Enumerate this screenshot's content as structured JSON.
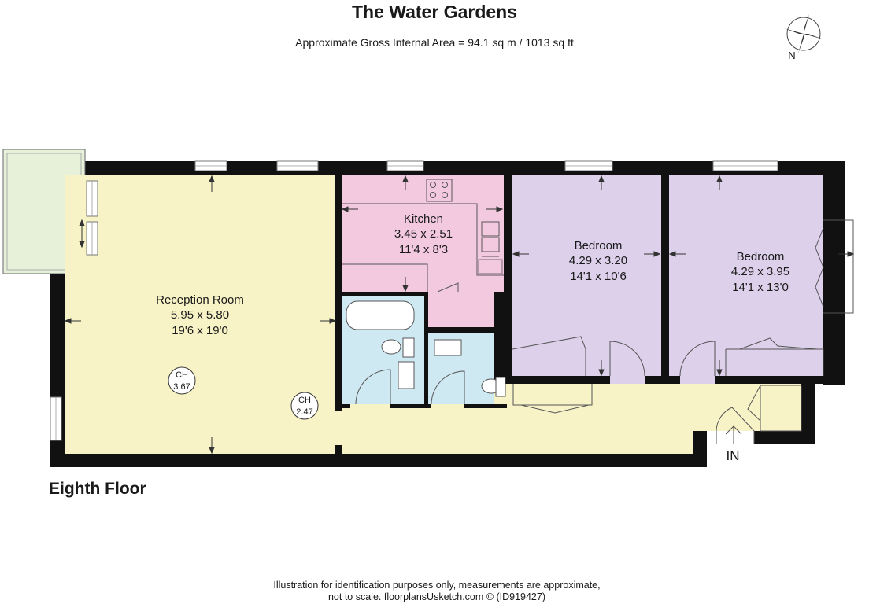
{
  "header": {
    "title": "The Water Gardens",
    "subtitle": "Approximate Gross Internal Area = 94.1 sq m / 1013 sq ft"
  },
  "compass": {
    "label": "N"
  },
  "rooms": {
    "reception": {
      "name": "Reception Room",
      "metric": "5.95 x 5.80",
      "imperial": "19'6 x 19'0"
    },
    "kitchen": {
      "name": "Kitchen",
      "metric": "3.45 x 2.51",
      "imperial": "11'4 x 8'3"
    },
    "bedroom1": {
      "name": "Bedroom",
      "metric": "4.29 x 3.20",
      "imperial": "14'1 x 10'6"
    },
    "bedroom2": {
      "name": "Bedroom",
      "metric": "4.29 x 3.95",
      "imperial": "14'1 x 13'0"
    }
  },
  "ceiling_heights": [
    {
      "label": "CH",
      "value": "3.67"
    },
    {
      "label": "CH",
      "value": "2.47"
    }
  ],
  "entrance": {
    "label": "IN"
  },
  "floor": {
    "label": "Eighth Floor"
  },
  "footer": {
    "line1": "Illustration for identification purposes only, measurements are approximate,",
    "line2": "not to scale. floorplansUsketch.com © (ID919427)"
  },
  "colors": {
    "reception_hall": "#f8f3c7",
    "kitchen": "#f3c9e0",
    "bedroom": "#dcd0eb",
    "bathroom": "#cfe9f2",
    "balcony": "#e7f1d9",
    "wall": "#111111"
  }
}
